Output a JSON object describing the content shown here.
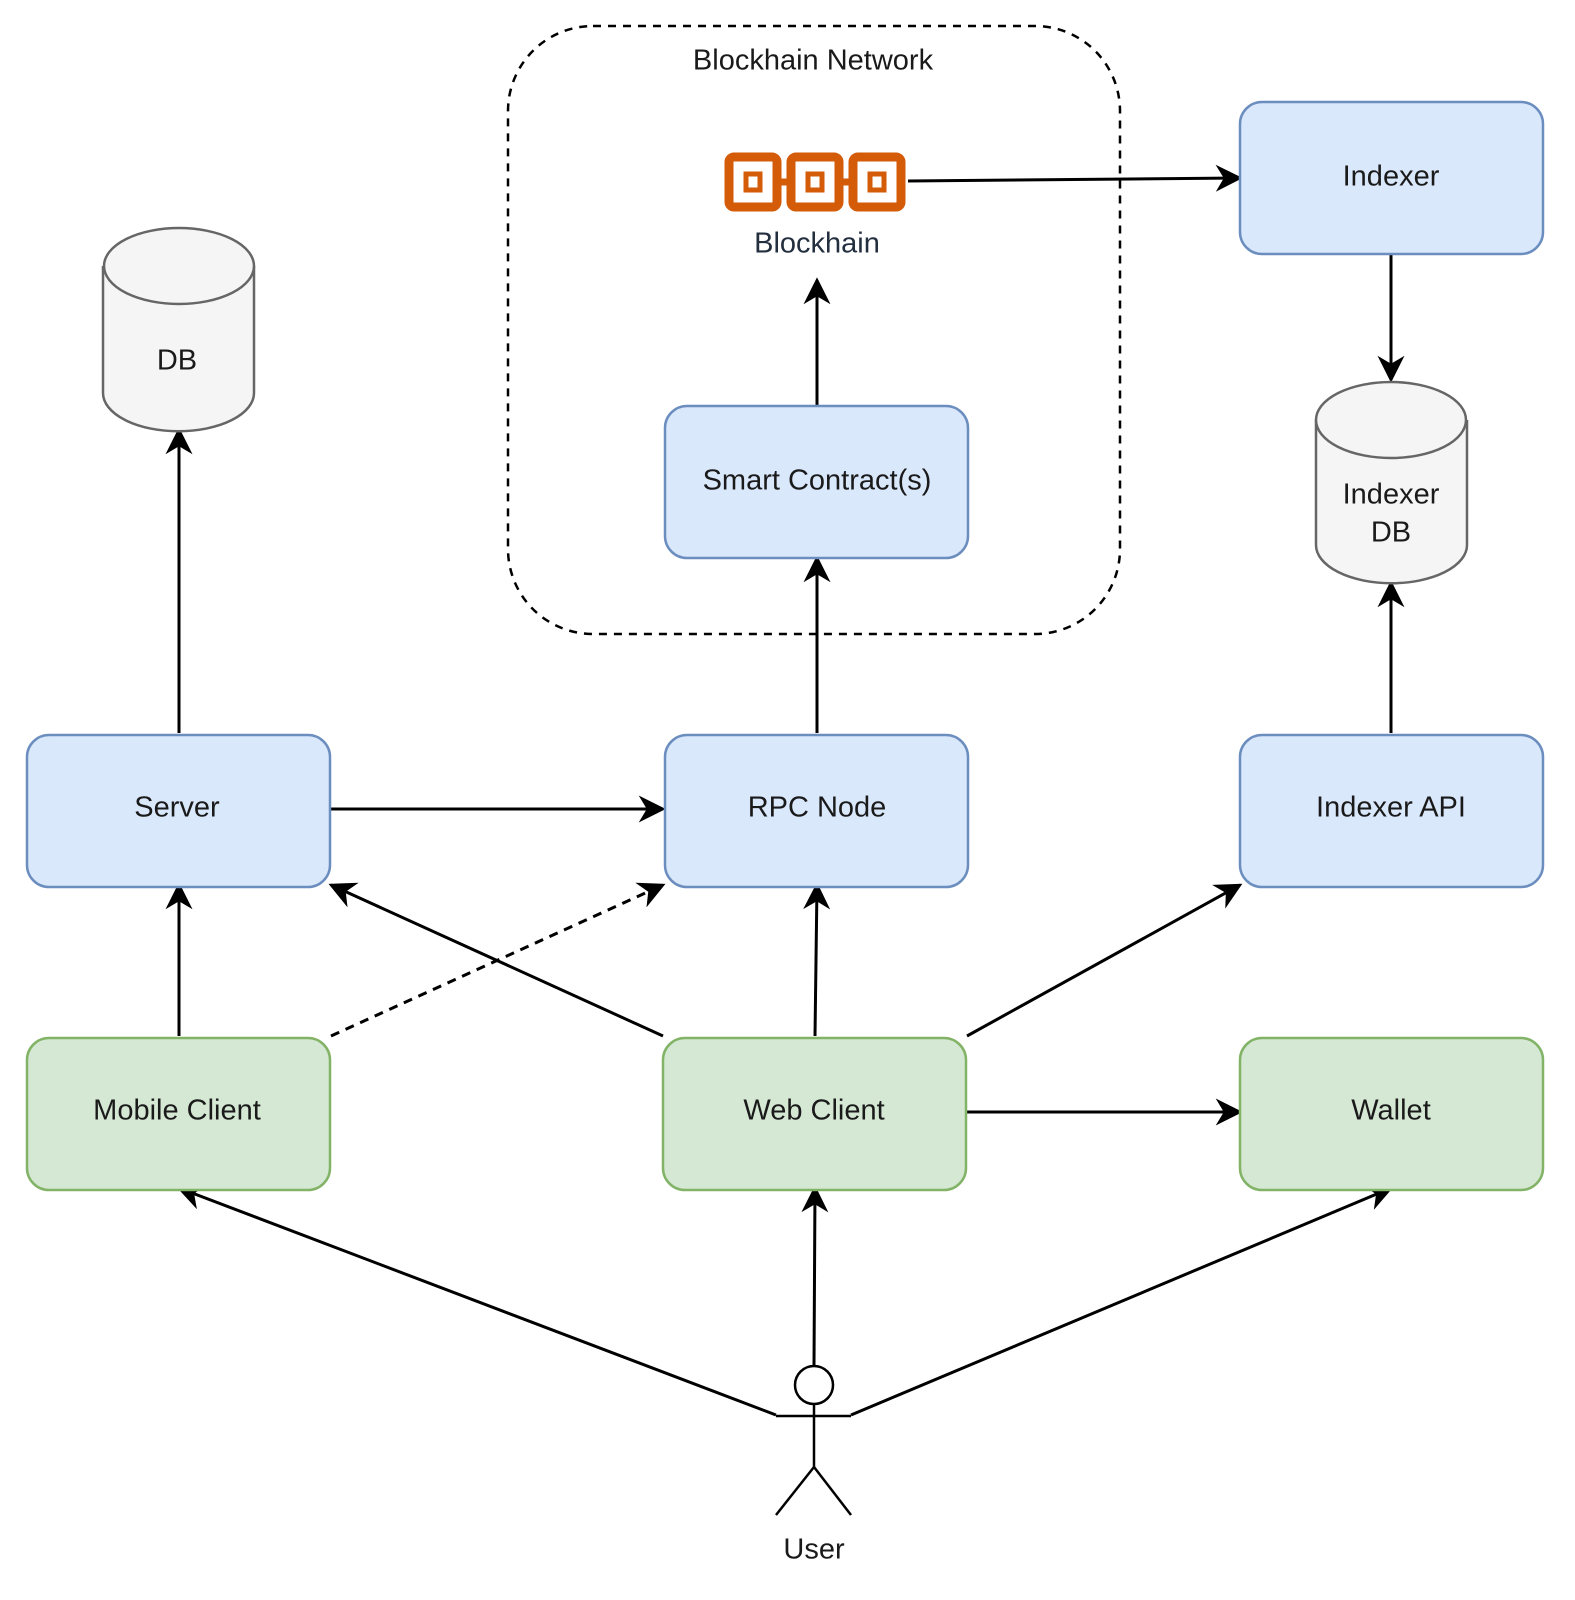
{
  "colors": {
    "blue_fill": "#dae8fc",
    "blue_stroke": "#6c8ebf",
    "green_fill": "#d5e8d4",
    "green_stroke": "#82b366",
    "gray_fill": "#f5f5f5",
    "gray_stroke": "#666666",
    "blockchain_orange": "#d45b07"
  },
  "group": {
    "label": "Blockhain Network"
  },
  "nodes": {
    "db": {
      "label": "DB",
      "shape": "cylinder"
    },
    "blockchain": {
      "label": "Blockhain",
      "icon": "blockchain-icon"
    },
    "indexer": {
      "label": "Indexer"
    },
    "smart_contracts": {
      "label": "Smart Contract(s)"
    },
    "indexer_db": {
      "label_line1": "Indexer",
      "label_line2": "DB",
      "shape": "cylinder"
    },
    "server": {
      "label": "Server"
    },
    "rpc_node": {
      "label": "RPC Node"
    },
    "indexer_api": {
      "label": "Indexer API"
    },
    "mobile_client": {
      "label": "Mobile Client"
    },
    "web_client": {
      "label": "Web Client"
    },
    "wallet": {
      "label": "Wallet"
    },
    "user": {
      "label": "User",
      "icon": "user-actor-icon"
    }
  },
  "edges": [
    {
      "from": "Server",
      "to": "DB",
      "style": "solid"
    },
    {
      "from": "Smart Contract(s)",
      "to": "Blockhain",
      "style": "solid"
    },
    {
      "from": "Blockhain",
      "to": "Indexer",
      "style": "solid"
    },
    {
      "from": "Indexer",
      "to": "Indexer DB",
      "style": "solid"
    },
    {
      "from": "RPC Node",
      "to": "Smart Contract(s)",
      "style": "solid"
    },
    {
      "from": "Indexer API",
      "to": "Indexer DB",
      "style": "solid"
    },
    {
      "from": "Server",
      "to": "RPC Node",
      "style": "solid"
    },
    {
      "from": "Mobile Client",
      "to": "Server",
      "style": "solid"
    },
    {
      "from": "Mobile Client",
      "to": "RPC Node",
      "style": "dashed"
    },
    {
      "from": "Web Client",
      "to": "Server",
      "style": "solid"
    },
    {
      "from": "Web Client",
      "to": "RPC Node",
      "style": "solid"
    },
    {
      "from": "Web Client",
      "to": "Indexer API",
      "style": "solid"
    },
    {
      "from": "Web Client",
      "to": "Wallet",
      "style": "solid"
    },
    {
      "from": "User",
      "to": "Mobile Client",
      "style": "solid"
    },
    {
      "from": "User",
      "to": "Web Client",
      "style": "solid"
    },
    {
      "from": "User",
      "to": "Wallet",
      "style": "solid"
    }
  ]
}
